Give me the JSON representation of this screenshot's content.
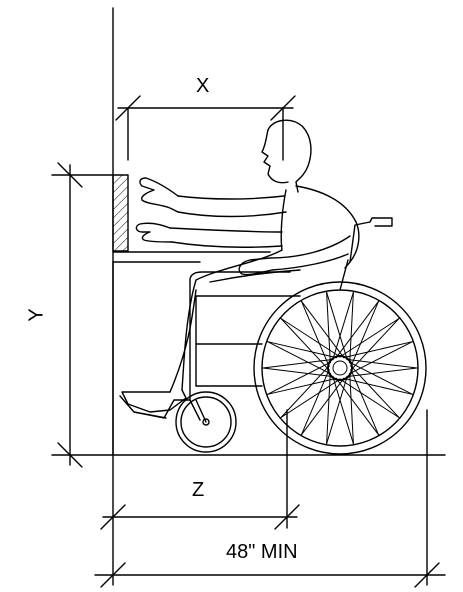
{
  "dimensions": {
    "x_label": "X",
    "y_label": "Y",
    "z_label": "Z",
    "clearance_label": "48\" MIN"
  },
  "colors": {
    "line": "#000000",
    "background": "#ffffff"
  }
}
